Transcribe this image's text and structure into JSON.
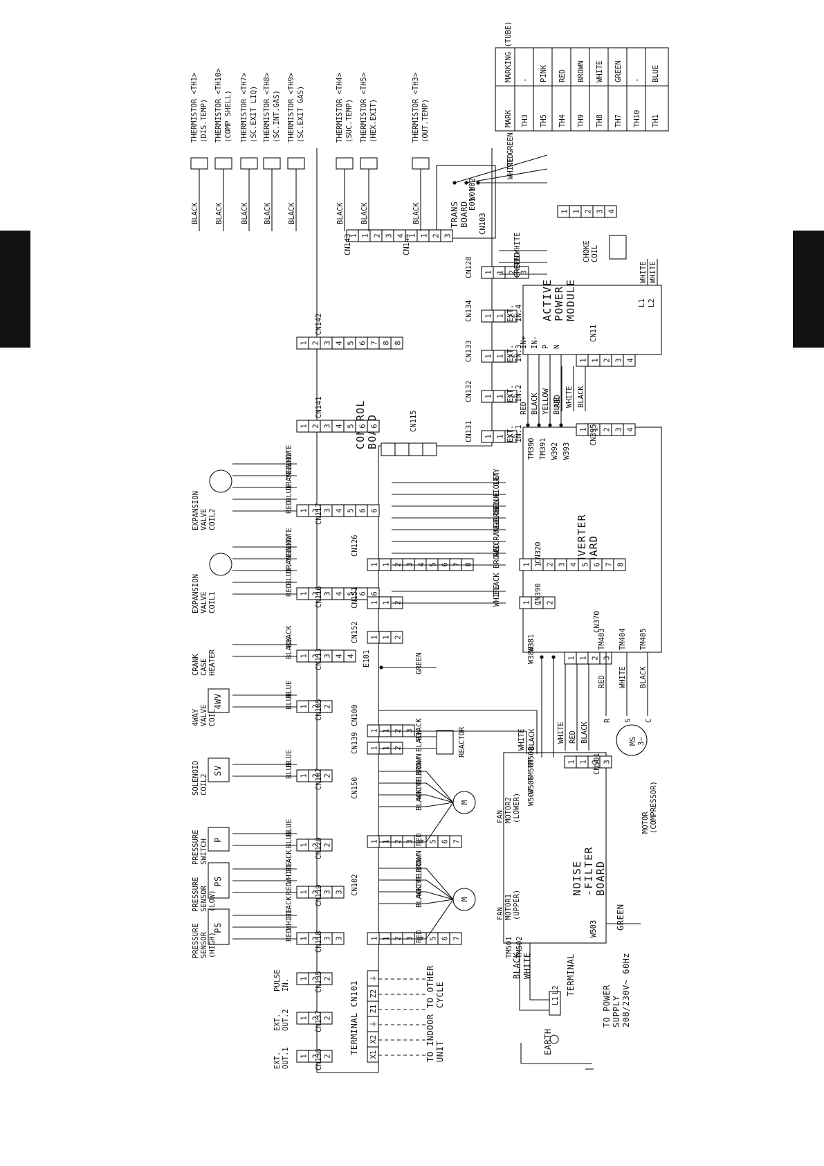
{
  "domain": "Diagram",
  "boards": {
    "control": [
      "CONTROL",
      "BOARD"
    ],
    "inverter": [
      "INVERTER",
      "BOARD"
    ],
    "noise_filter": [
      "NOISE",
      "-FILTER",
      "BOARD"
    ],
    "active_power": [
      "ACTIVE",
      "POWER",
      "MODULE"
    ],
    "trans": [
      "TRANS",
      "BOARD"
    ]
  },
  "power": {
    "supply": [
      "TO POWER",
      "SUPPLY",
      "208/230V~ 60Hz"
    ],
    "terminal": "TERMINAL",
    "terminal_pins": [
      "L1",
      "L2"
    ],
    "earth": "EARTH",
    "wires": [
      "BLACK",
      "WHITE"
    ],
    "noise_terminals": [
      "TM501",
      "TM502"
    ],
    "green_wire": "GREEN",
    "w503": "W503"
  },
  "indoor": {
    "to_indoor": [
      "TO INDOOR",
      "UNIT"
    ],
    "to_other": [
      "TO OTHER",
      "CYCLE"
    ],
    "terminal_label": "TERMINAL CN101",
    "pins": [
      "X1",
      "X2",
      "⏚",
      "Z1",
      "Z2",
      "⏚"
    ]
  },
  "ext_out": [
    {
      "label": [
        "EXT.",
        "OUT.1"
      ],
      "cn": "CN136"
    },
    {
      "label": [
        "EXT.",
        "OUT.2"
      ],
      "cn": "CN137"
    },
    {
      "label": [
        "PULSE",
        "IN."
      ],
      "cn": "CN135"
    }
  ],
  "sensors": {
    "ps_high": {
      "cn": "CN118",
      "wires": [
        "RED",
        "WHITE",
        "BLACK"
      ],
      "box": "PS",
      "label": [
        "PRESSURE",
        "SENSOR",
        "(HIGH)"
      ]
    },
    "ps_low": {
      "cn": "CN119",
      "wires": [
        "RED",
        "WHITE",
        "BLACK"
      ],
      "box": "PS",
      "label": [
        "PRESSURE",
        "SENSOR",
        "(LOW)"
      ]
    },
    "ps_switch": {
      "cn": "CN120",
      "wires": [
        "BLUE",
        "BLUE"
      ],
      "box": "P",
      "label": [
        "PRESSURE",
        "SWITCH"
      ]
    },
    "solenoid": {
      "cn": "CN107",
      "wires": [
        "BLUE",
        "BLUE"
      ],
      "box": "SV",
      "label": [
        "SOLENOID",
        "COIL2"
      ]
    },
    "fourway": {
      "cn": "CN105",
      "wires": [
        "BLUE",
        "BLUE"
      ],
      "box": "4WV",
      "label": [
        "4WAY",
        "VALVE",
        "COIL"
      ]
    },
    "crank": {
      "cn": "CN113",
      "wires": [
        "BLACK",
        "BLACK"
      ],
      "label": [
        "CRANK",
        "CASE",
        "HEATER"
      ]
    },
    "exp1": {
      "cn": "CN116",
      "wires": [
        "RED",
        "BLUE",
        "ORANGE",
        "YELLOW",
        "WHITE"
      ],
      "label": [
        "EXPANSION",
        "VALVE",
        "COIL1"
      ]
    },
    "exp2": {
      "cn": "CN117",
      "wires": [
        "RED",
        "BLUE",
        "ORANGE",
        "YELLOW",
        "WHITE"
      ],
      "label": [
        "EXPANSION",
        "VALVE",
        "COIL2"
      ]
    }
  },
  "fans": {
    "upper": {
      "cn": "CN102",
      "wires": [
        "RED",
        "BLACK",
        "WHITE",
        "YELLOW",
        "BROWN"
      ],
      "label": [
        "FAN",
        "MOTOR1",
        "(UPPER)"
      ]
    },
    "lower": {
      "cn": "CN150",
      "wires": [
        "RED",
        "BLACK",
        "WHITE",
        "YELLOW",
        "BROWN"
      ],
      "label": [
        "FAN",
        "MOTOR2",
        "(LOWER)"
      ]
    }
  },
  "reactor": {
    "cn": "CN139",
    "wires": [
      "BLACK",
      "BLACK"
    ],
    "label": "REACTOR"
  },
  "compressor": {
    "label": [
      "MOTOR",
      "(COMPRESSOR)"
    ],
    "symbol": [
      "MS",
      "3~"
    ],
    "terms": [
      "C",
      "S",
      "R"
    ],
    "wires": [
      "BLACK",
      "WHITE",
      "RED"
    ],
    "tms": [
      "TM405",
      "TM404",
      "TM403"
    ]
  },
  "cn501": {
    "cn": "CN501",
    "wires": [
      "BLACK",
      "RED",
      "WHITE"
    ],
    "w": [
      "W507",
      "W506",
      "TM507",
      "TM508"
    ]
  },
  "cn370": "CN370",
  "inv_w": [
    "W380",
    "W381"
  ],
  "cn100": {
    "cn": "CN100",
    "wires": [
      "WHITE",
      "BLACK"
    ]
  },
  "e101": {
    "green": "GREEN",
    "e": "E101"
  },
  "cn152": "CN152",
  "cn390": {
    "cn": "CN390",
    "cn2": "CN151",
    "wires": [
      "WHITE",
      "BLACK"
    ]
  },
  "cn320": {
    "cn": "CN320",
    "cn2": "CN126",
    "wires": [
      "BROWN",
      "RED",
      "ORANGE",
      "YELLOW",
      "GREEN",
      "BLUE",
      "VIOLET",
      "GRAY"
    ]
  },
  "cn115": "CN115",
  "cn395": {
    "cn": "CN395",
    "cn2": "CN11",
    "wires": [
      "BLACK",
      "WHITE",
      "RED"
    ]
  },
  "inv_tm": [
    "TM390",
    "TM391",
    "W392",
    "W393"
  ],
  "apm_wires": [
    "RED",
    "BLACK",
    "YELLOW",
    "BLUE"
  ],
  "apm_pins": [
    "IN+",
    "IN-",
    "P",
    "N"
  ],
  "apm_l": [
    "L1",
    "L2"
  ],
  "choke": {
    "wires": [
      "WHITE",
      "WHITE"
    ],
    "label": [
      "CHOKE",
      "COIL"
    ]
  },
  "ext_in": [
    {
      "label": [
        "EXT.",
        "IN.1"
      ],
      "cn": "CN131"
    },
    {
      "label": [
        "EXT.",
        "IN.2"
      ],
      "cn": "CN132"
    },
    {
      "label": [
        "EXT.",
        "IN.3"
      ],
      "cn": "CN133"
    },
    {
      "label": [
        "EXT.",
        "IN.4"
      ],
      "cn": "CN134"
    }
  ],
  "cn141": "CN141",
  "cn142": "CN142",
  "cn128": {
    "cn": "CN128",
    "cn2": "CN103",
    "wires": [
      "GREEN",
      "RED",
      "WHITE"
    ]
  },
  "trans_w": [
    "E01",
    "W01",
    "W02"
  ],
  "trans_wires": [
    "WHITE",
    "RED",
    "GREEN"
  ],
  "cn144": "CN144",
  "cn143": "CN143",
  "therm_wire": "BLACK",
  "thermistors": [
    {
      "label": "THERMISTOR <TH1>",
      "sub": "(DIS.TEMP)"
    },
    {
      "label": "THERMISTOR <TH10>",
      "sub": "(COMP SHELL)"
    },
    {
      "label": "THERMISTOR <TH7>",
      "sub": "(SC.EXIT LIQ)"
    },
    {
      "label": "THERMISTOR <TH8>",
      "sub": "(SC.INT.GAS)"
    },
    {
      "label": "THERMISTOR <TH9>",
      "sub": "(SC.EXIT GAS)"
    },
    {
      "label": "THERMISTOR <TH4>",
      "sub": "(SUC.TEMP)"
    },
    {
      "label": "THERMISTOR <TH5>",
      "sub": "(HEX.EXIT)"
    },
    {
      "label": "THERMISTOR <TH3>",
      "sub": "(OUT.TEMP)"
    }
  ],
  "legend": {
    "headers": [
      "MARK",
      "MARKING (TUBE)"
    ],
    "rows": [
      [
        "TH1",
        "BLUE"
      ],
      [
        "TH10",
        "-"
      ],
      [
        "TH7",
        "GREEN"
      ],
      [
        "TH8",
        "WHITE"
      ],
      [
        "TH9",
        "BROWN"
      ],
      [
        "TH4",
        "RED"
      ],
      [
        "TH5",
        "PINK"
      ],
      [
        "TH3",
        "-"
      ]
    ]
  }
}
